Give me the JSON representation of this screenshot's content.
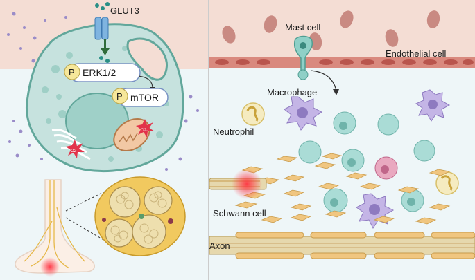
{
  "labels": {
    "glut3": "GLUT3",
    "erk": "ERK1/2",
    "mtor": "mTOR",
    "p": "P",
    "ros": "O2·",
    "mast_cell": "Mast cell",
    "endothelial_cell": "Endothelial cell",
    "macrophage": "Macrophage",
    "neutrophil": "Neutrophil",
    "schwann_cell": "Schwann cell",
    "axon": "Axon"
  },
  "colors": {
    "vessel_bg": "#f4ddd4",
    "tissue_bg": "#eef6f8",
    "cell_fill": "#c6e2de",
    "cell_stroke": "#62a79b",
    "phospho": "#f6e79a",
    "ros": "#e2334a",
    "macrophage": "#b7a9dc",
    "neutrophil": "#f1e3a7",
    "schwann": "#f0c680",
    "axon": "#e6d8ad"
  }
}
